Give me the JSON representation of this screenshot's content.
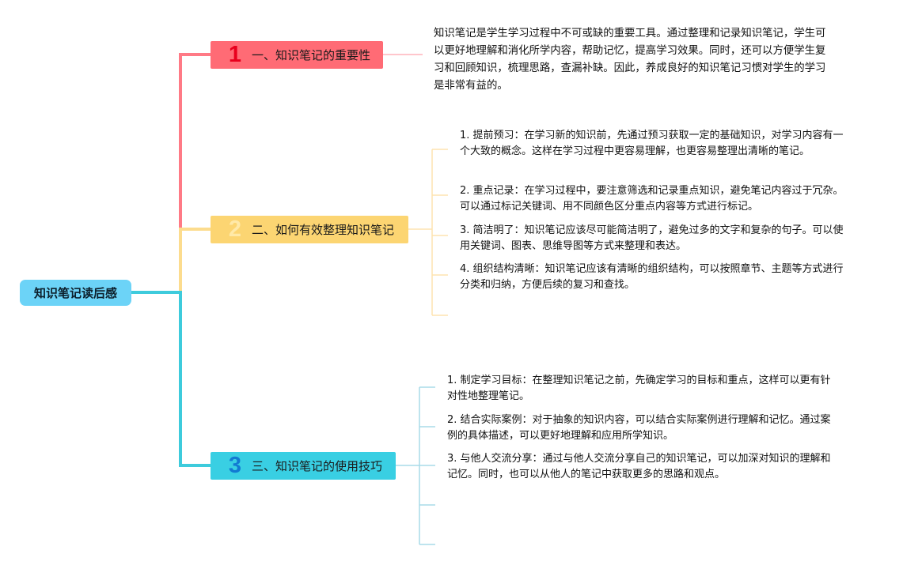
{
  "root": {
    "label": "知识笔记读后感"
  },
  "colors": {
    "root": "#6cd3f7",
    "branch1": "#ff6b75",
    "branch2": "#fcd572",
    "branch3": "#39cfe3",
    "connector1": "#ff7a86",
    "connector2": "#fcdc8e",
    "connector3": "#3ecbdc",
    "leaf2": "#fde7ba",
    "leaf3": "#a9dbe9"
  },
  "branches": [
    {
      "number": "1",
      "title": "一、知识笔记的重要性",
      "content": "知识笔记是学生学习过程中不可或缺的重要工具。通过整理和记录知识笔记，学生可以更好地理解和消化所学内容，帮助记忆，提高学习效果。同时，还可以方便学生复习和回顾知识，梳理思路，查漏补缺。因此，养成良好的知识笔记习惯对学生的学习是非常有益的。"
    },
    {
      "number": "2",
      "title": "二、如何有效整理知识笔记",
      "items": [
        "1. 提前预习：在学习新的知识前，先通过预习获取一定的基础知识，对学习内容有一个大致的概念。这样在学习过程中更容易理解，也更容易整理出清晰的笔记。",
        "2. 重点记录：在学习过程中，要注意筛选和记录重点知识，避免笔记内容过于冗杂。可以通过标记关键词、用不同颜色区分重点内容等方式进行标记。",
        "3. 简洁明了：知识笔记应该尽可能简洁明了，避免过多的文字和复杂的句子。可以使用关键词、图表、思维导图等方式来整理和表达。",
        "4. 组织结构清晰：知识笔记应该有清晰的组织结构，可以按照章节、主题等方式进行分类和归纳，方便后续的复习和查找。"
      ]
    },
    {
      "number": "3",
      "title": "三、知识笔记的使用技巧",
      "items": [
        "1. 制定学习目标：在整理知识笔记之前，先确定学习的目标和重点，这样可以更有针对性地整理笔记。",
        "2. 结合实际案例：对于抽象的知识内容，可以结合实际案例进行理解和记忆。通过案例的具体描述，可以更好地理解和应用所学知识。",
        "3. 与他人交流分享：通过与他人交流分享自己的知识笔记，可以加深对知识的理解和记忆。同时，也可以从他人的笔记中获取更多的思路和观点。"
      ]
    }
  ]
}
